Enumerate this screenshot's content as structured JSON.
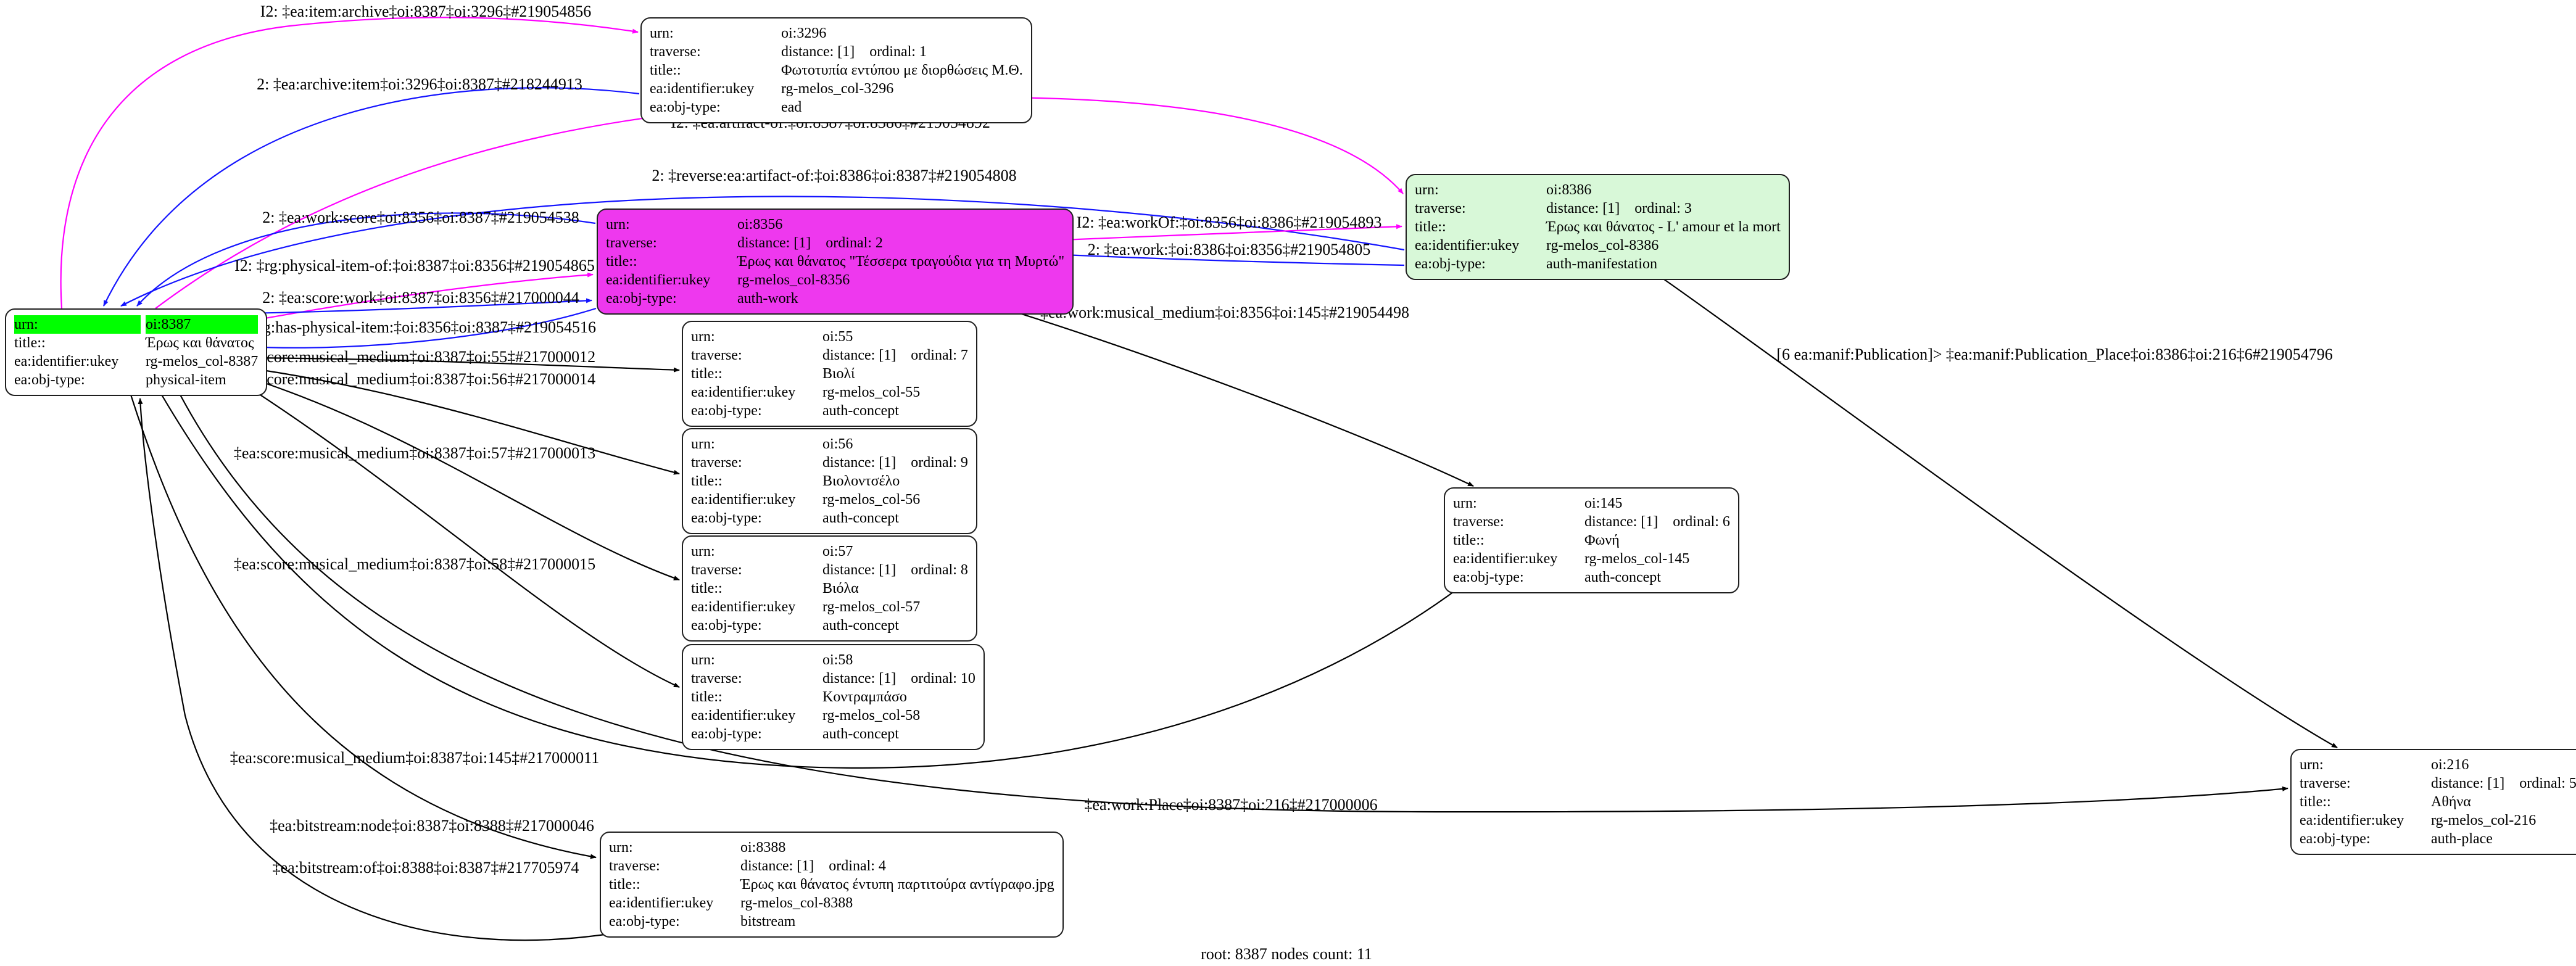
{
  "footer": "root: 8387 nodes count: 11",
  "colors": {
    "traversal_forward_edge": "#ff00ff",
    "traversal_back_edge": "#1414ff",
    "plain_edge": "#000000",
    "root_urn_highlight": "#00ff00",
    "work_node_fill": "#ee38ee",
    "manifestation_node_fill": "#d8f8d8"
  },
  "nodes": [
    {
      "id": "oi:3296",
      "rows": [
        {
          "k": "urn:",
          "v": "oi:3296"
        },
        {
          "k": "traverse:",
          "v": "distance: [1]    ordinal: 1"
        },
        {
          "k": "title::",
          "v": "Φωτοτυπία εντύπου με διορθώσεις Μ.Θ."
        },
        {
          "k": "ea:identifier:ukey",
          "v": "rg-melos_col-3296"
        },
        {
          "k": "ea:obj-type:",
          "v": "ead"
        }
      ]
    },
    {
      "id": "oi:8387",
      "rows": [
        {
          "k": "urn:",
          "v": "oi:8387"
        },
        {
          "k": "title::",
          "v": "Έρως και θάνατος"
        },
        {
          "k": "ea:identifier:ukey",
          "v": "rg-melos_col-8387"
        },
        {
          "k": "ea:obj-type:",
          "v": "physical-item"
        }
      ]
    },
    {
      "id": "oi:8356",
      "rows": [
        {
          "k": "urn:",
          "v": "oi:8356"
        },
        {
          "k": "traverse:",
          "v": "distance: [1]    ordinal: 2"
        },
        {
          "k": "title::",
          "v": "Έρως και θάνατος \"Τέσσερα τραγούδια για τη Μυρτώ\""
        },
        {
          "k": "ea:identifier:ukey",
          "v": "rg-melos_col-8356"
        },
        {
          "k": "ea:obj-type:",
          "v": "auth-work"
        }
      ]
    },
    {
      "id": "oi:8386",
      "rows": [
        {
          "k": "urn:",
          "v": "oi:8386"
        },
        {
          "k": "traverse:",
          "v": "distance: [1]    ordinal: 3"
        },
        {
          "k": "title::",
          "v": "Έρως και θάνατος - L' amour et la mort"
        },
        {
          "k": "ea:identifier:ukey",
          "v": "rg-melos_col-8386"
        },
        {
          "k": "ea:obj-type:",
          "v": "auth-manifestation"
        }
      ]
    },
    {
      "id": "oi:55",
      "rows": [
        {
          "k": "urn:",
          "v": "oi:55"
        },
        {
          "k": "traverse:",
          "v": "distance: [1]    ordinal: 7"
        },
        {
          "k": "title::",
          "v": "Βιολί"
        },
        {
          "k": "ea:identifier:ukey",
          "v": "rg-melos_col-55"
        },
        {
          "k": "ea:obj-type:",
          "v": "auth-concept"
        }
      ]
    },
    {
      "id": "oi:56",
      "rows": [
        {
          "k": "urn:",
          "v": "oi:56"
        },
        {
          "k": "traverse:",
          "v": "distance: [1]    ordinal: 9"
        },
        {
          "k": "title::",
          "v": "Βιολοντσέλο"
        },
        {
          "k": "ea:identifier:ukey",
          "v": "rg-melos_col-56"
        },
        {
          "k": "ea:obj-type:",
          "v": "auth-concept"
        }
      ]
    },
    {
      "id": "oi:57",
      "rows": [
        {
          "k": "urn:",
          "v": "oi:57"
        },
        {
          "k": "traverse:",
          "v": "distance: [1]    ordinal: 8"
        },
        {
          "k": "title::",
          "v": "Βιόλα"
        },
        {
          "k": "ea:identifier:ukey",
          "v": "rg-melos_col-57"
        },
        {
          "k": "ea:obj-type:",
          "v": "auth-concept"
        }
      ]
    },
    {
      "id": "oi:58",
      "rows": [
        {
          "k": "urn:",
          "v": "oi:58"
        },
        {
          "k": "traverse:",
          "v": "distance: [1]    ordinal: 10"
        },
        {
          "k": "title::",
          "v": "Κοντραμπάσο"
        },
        {
          "k": "ea:identifier:ukey",
          "v": "rg-melos_col-58"
        },
        {
          "k": "ea:obj-type:",
          "v": "auth-concept"
        }
      ]
    },
    {
      "id": "oi:145",
      "rows": [
        {
          "k": "urn:",
          "v": "oi:145"
        },
        {
          "k": "traverse:",
          "v": "distance: [1]    ordinal: 6"
        },
        {
          "k": "title::",
          "v": "Φωνή"
        },
        {
          "k": "ea:identifier:ukey",
          "v": "rg-melos_col-145"
        },
        {
          "k": "ea:obj-type:",
          "v": "auth-concept"
        }
      ]
    },
    {
      "id": "oi:216",
      "rows": [
        {
          "k": "urn:",
          "v": "oi:216"
        },
        {
          "k": "traverse:",
          "v": "distance: [1]    ordinal: 5"
        },
        {
          "k": "title::",
          "v": "Αθήνα"
        },
        {
          "k": "ea:identifier:ukey",
          "v": "rg-melos_col-216"
        },
        {
          "k": "ea:obj-type:",
          "v": "auth-place"
        }
      ]
    },
    {
      "id": "oi:8388",
      "rows": [
        {
          "k": "urn:",
          "v": "oi:8388"
        },
        {
          "k": "traverse:",
          "v": "distance: [1]    ordinal: 4"
        },
        {
          "k": "title::",
          "v": "Έρως και θάνατος έντυπη παρτιτούρα αντίγραφο.jpg"
        },
        {
          "k": "ea:identifier:ukey",
          "v": "rg-melos_col-8388"
        },
        {
          "k": "ea:obj-type:",
          "v": "bitstream"
        }
      ]
    }
  ],
  "edge_labels": [
    {
      "text": "I2: ‡ea:item:archive‡oi:8387‡oi:3296‡#219054856",
      "edge_color": "#ff00ff"
    },
    {
      "text": "2: ‡ea:archive:item‡oi:3296‡oi:8387‡#218244913",
      "edge_color": "#1414ff"
    },
    {
      "text": "I2: ‡ea:artifact-of:‡oi:8387‡oi:8386‡#219054892",
      "edge_color": "#ff00ff"
    },
    {
      "text": "2: ‡reverse:ea:artifact-of:‡oi:8386‡oi:8387‡#219054808",
      "edge_color": "#1414ff"
    },
    {
      "text": "2: ‡ea:work:score‡oi:8356‡oi:8387‡#219054538",
      "edge_color": "#1414ff"
    },
    {
      "text": "I2: ‡rg:physical-item-of:‡oi:8387‡oi:8356‡#219054865",
      "edge_color": "#ff00ff"
    },
    {
      "text": "2: ‡ea:score:work‡oi:8387‡oi:8356‡#217000044",
      "edge_color": "#1414ff"
    },
    {
      "text": "2: ‡rg:has-physical-item:‡oi:8356‡oi:8387‡#219054516",
      "edge_color": "#1414ff"
    },
    {
      "text": "‡ea:score:musical_medium‡oi:8387‡oi:55‡#217000012",
      "edge_color": "#000000"
    },
    {
      "text": "‡ea:score:musical_medium‡oi:8387‡oi:56‡#217000014",
      "edge_color": "#000000"
    },
    {
      "text": "‡ea:score:musical_medium‡oi:8387‡oi:57‡#217000013",
      "edge_color": "#000000"
    },
    {
      "text": "‡ea:score:musical_medium‡oi:8387‡oi:58‡#217000015",
      "edge_color": "#000000"
    },
    {
      "text": "I2: ‡ea:workOf:‡oi:8356‡oi:8386‡#219054893",
      "edge_color": "#ff00ff"
    },
    {
      "text": "2: ‡ea:work:‡oi:8386‡oi:8356‡#219054805",
      "edge_color": "#1414ff"
    },
    {
      "text": "‡ea:work:musical_medium‡oi:8356‡oi:145‡#219054498",
      "edge_color": "#000000"
    },
    {
      "text": "[6 ea:manif:Publication]> ‡ea:manif:Publication_Place‡oi:8386‡oi:216‡6#219054796",
      "edge_color": "#000000"
    },
    {
      "text": "‡ea:score:musical_medium‡oi:8387‡oi:145‡#217000011",
      "edge_color": "#000000"
    },
    {
      "text": "‡ea:work:Place‡oi:8387‡oi:216‡#217000006",
      "edge_color": "#000000"
    },
    {
      "text": "‡ea:bitstream:node‡oi:8387‡oi:8388‡#217000046",
      "edge_color": "#000000"
    },
    {
      "text": "‡ea:bitstream:of‡oi:8388‡oi:8387‡#217705974",
      "edge_color": "#000000"
    }
  ]
}
